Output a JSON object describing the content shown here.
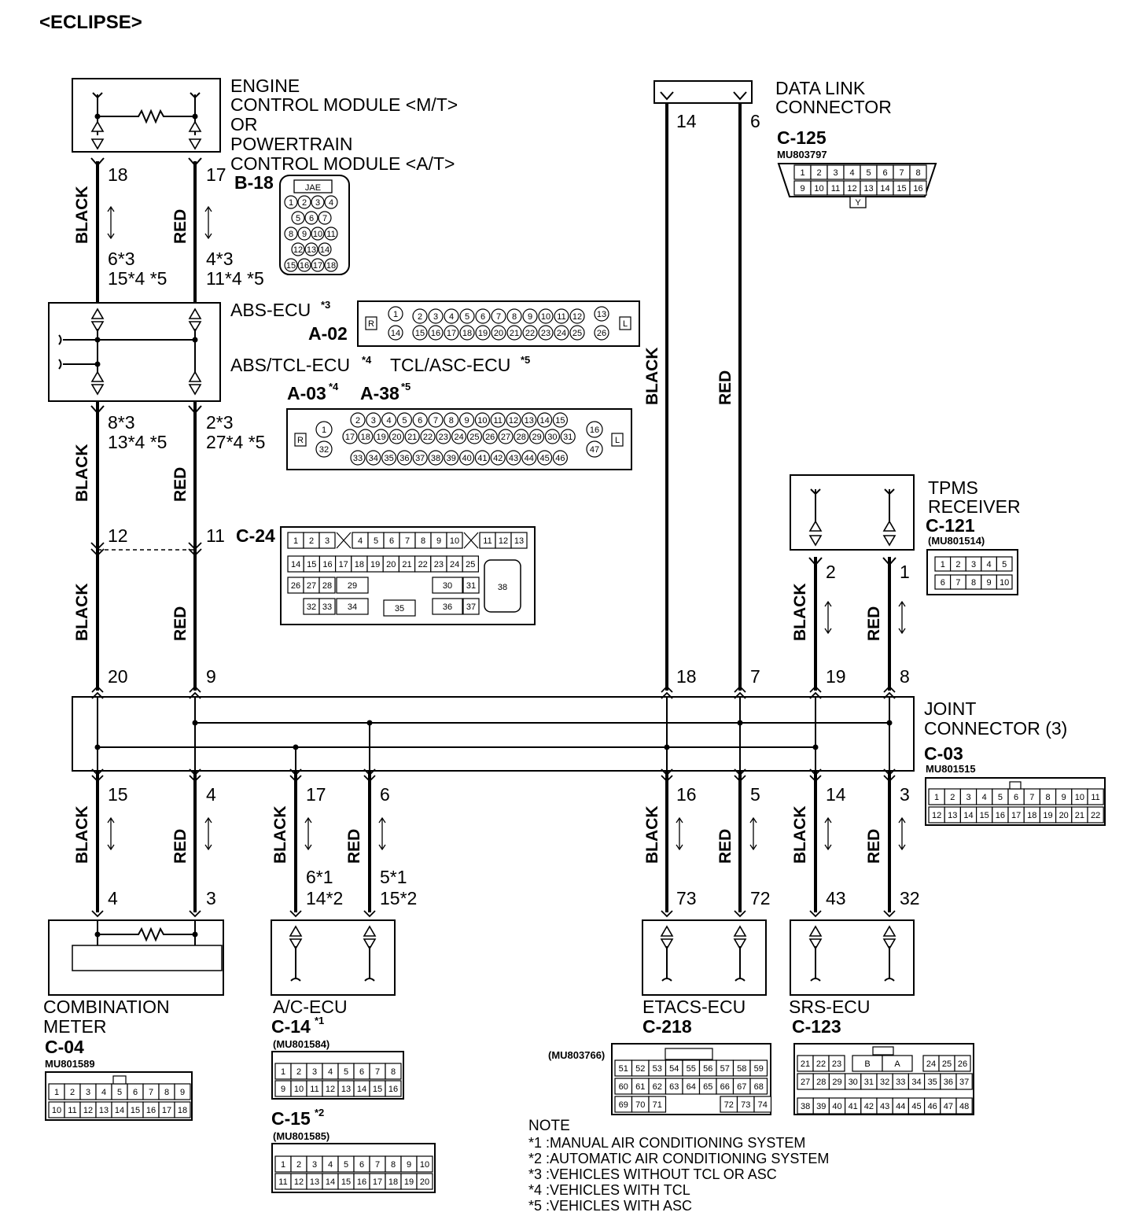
{
  "title": "<ECLIPSE>",
  "components": {
    "ecm": {
      "name_lines": [
        "ENGINE",
        "CONTROL MODULE <M/T>",
        "OR",
        "POWERTRAIN",
        "CONTROL MODULE <A/T>"
      ],
      "connector": "B-18",
      "connector_tag": "JAE",
      "pin_rows": [
        [
          "1",
          "2",
          "3",
          "4"
        ],
        [
          "5",
          "6",
          "7"
        ],
        [
          "8",
          "9",
          "10",
          "11"
        ],
        [
          "12",
          "13",
          "14"
        ],
        [
          "15",
          "16",
          "17",
          "18"
        ]
      ]
    },
    "abs": {
      "name1": "ABS-ECU",
      "name1_note": "*3",
      "connector1": "A-02",
      "name2": "ABS/TCL-ECU",
      "name2_note": "*4",
      "name3": "TCL/ASC-ECU",
      "name3_note": "*5",
      "connector2": "A-03",
      "connector2_note": "*4",
      "connector3": "A-38",
      "connector3_note": "*5",
      "a02_top": [
        "2",
        "3",
        "4",
        "5",
        "6",
        "7",
        "8",
        "9",
        "10",
        "11",
        "12"
      ],
      "a02_bottom": [
        "15",
        "16",
        "17",
        "18",
        "19",
        "20",
        "21",
        "22",
        "23",
        "24",
        "25"
      ],
      "a02_side_top": "1",
      "a02_side_bottom": "14",
      "a02_right_top": "13",
      "a02_right_bottom": "26",
      "a03_row1": [
        "2",
        "3",
        "4",
        "5",
        "6",
        "7",
        "8",
        "9",
        "10",
        "11",
        "12",
        "13",
        "14",
        "15"
      ],
      "a03_row2": [
        "17",
        "18",
        "19",
        "20",
        "21",
        "22",
        "23",
        "24",
        "25",
        "26",
        "27",
        "28",
        "29",
        "30",
        "31"
      ],
      "a03_row3": [
        "33",
        "34",
        "35",
        "36",
        "37",
        "38",
        "39",
        "40",
        "41",
        "42",
        "43",
        "44",
        "45",
        "46"
      ],
      "a03_side_top": "1",
      "a03_side_bottom": "32",
      "a03_right_top": "16",
      "a03_right_bottom": "47",
      "r_mark": "R",
      "l_mark": "L"
    },
    "dlc": {
      "name_lines": [
        "DATA LINK",
        "CONNECTOR"
      ],
      "connector": "C-125",
      "part": "MU803797",
      "row1": [
        "1",
        "2",
        "3",
        "4",
        "5",
        "6",
        "7",
        "8"
      ],
      "row2": [
        "9",
        "10",
        "11",
        "12",
        "13",
        "14",
        "15",
        "16"
      ],
      "key": "Y"
    },
    "tpms": {
      "name_lines": [
        "TPMS",
        "RECEIVER"
      ],
      "connector": "C-121",
      "part": "(MU801514)",
      "row1": [
        "1",
        "2",
        "3",
        "4",
        "5"
      ],
      "row2": [
        "6",
        "7",
        "8",
        "9",
        "10"
      ]
    },
    "c24": {
      "connector": "C-24",
      "row1a": [
        "1",
        "2",
        "3"
      ],
      "row1b": [
        "4",
        "5",
        "6",
        "7",
        "8",
        "9",
        "10"
      ],
      "row1c": [
        "11",
        "12",
        "13"
      ],
      "row2": [
        "14",
        "15",
        "16",
        "17",
        "18",
        "19",
        "20",
        "21",
        "22",
        "23",
        "24",
        "25"
      ],
      "row3": [
        "26",
        "27",
        "28",
        "29",
        "30",
        "31"
      ],
      "row4": [
        "32",
        "33",
        "34",
        "35",
        "36",
        "37"
      ],
      "big_pin": "38"
    },
    "joint": {
      "name_lines": [
        "JOINT",
        "CONNECTOR (3)"
      ],
      "connector": "C-03",
      "part": "MU801515",
      "row1": [
        "1",
        "2",
        "3",
        "4",
        "5",
        "6",
        "7",
        "8",
        "9",
        "10",
        "11"
      ],
      "row2": [
        "12",
        "13",
        "14",
        "15",
        "16",
        "17",
        "18",
        "19",
        "20",
        "21",
        "22"
      ]
    },
    "meter": {
      "name_lines": [
        "COMBINATION",
        "METER"
      ],
      "connector": "C-04",
      "part": "MU801589",
      "row1": [
        "1",
        "2",
        "3",
        "4",
        "5",
        "6",
        "7",
        "8",
        "9"
      ],
      "row2": [
        "10",
        "11",
        "12",
        "13",
        "14",
        "15",
        "16",
        "17",
        "18"
      ]
    },
    "ac": {
      "name": "A/C-ECU",
      "connector1": "C-14",
      "connector1_note": "*1",
      "part1": "(MU801584)",
      "c14_row1": [
        "1",
        "2",
        "3",
        "4",
        "5",
        "6",
        "7",
        "8"
      ],
      "c14_row2": [
        "9",
        "10",
        "11",
        "12",
        "13",
        "14",
        "15",
        "16"
      ],
      "connector2": "C-15",
      "connector2_note": "*2",
      "part2": "(MU801585)",
      "c15_row1": [
        "1",
        "2",
        "3",
        "4",
        "5",
        "6",
        "7",
        "8",
        "9",
        "10"
      ],
      "c15_row2": [
        "11",
        "12",
        "13",
        "14",
        "15",
        "16",
        "17",
        "18",
        "19",
        "20"
      ]
    },
    "etacs": {
      "name": "ETACS-ECU",
      "connector": "C-218",
      "part": "(MU803766)",
      "row1": [
        "51",
        "52",
        "53",
        "54",
        "55",
        "56",
        "57",
        "58",
        "59"
      ],
      "row2": [
        "60",
        "61",
        "62",
        "63",
        "64",
        "65",
        "66",
        "67",
        "68"
      ],
      "row3a": [
        "69",
        "70",
        "71"
      ],
      "row3b": [
        "72",
        "73",
        "74"
      ]
    },
    "srs": {
      "name": "SRS-ECU",
      "connector": "C-123",
      "row1a": [
        "21",
        "22",
        "23"
      ],
      "row1_mid": [
        "B",
        "A"
      ],
      "row1b": [
        "24",
        "25",
        "26"
      ],
      "row2": [
        "27",
        "28",
        "29",
        "30",
        "31",
        "32",
        "33",
        "34",
        "35",
        "36",
        "37"
      ],
      "row3": [
        "38",
        "39",
        "40",
        "41",
        "42",
        "43",
        "44",
        "45",
        "46",
        "47",
        "48"
      ]
    }
  },
  "wires": {
    "black": "BLACK",
    "red": "RED",
    "ecm_pins": [
      "18",
      "17"
    ],
    "abs_top_left": [
      "6*3",
      "15*4 *5"
    ],
    "abs_top_right": [
      "4*3",
      "11*4 *5"
    ],
    "abs_bot_left": [
      "8*3",
      "13*4 *5"
    ],
    "abs_bot_right": [
      "2*3",
      "27*4 *5"
    ],
    "c24_pins": [
      "12",
      "11"
    ],
    "joint_top_left": [
      "20",
      "9"
    ],
    "dlc_pins": [
      "14",
      "6"
    ],
    "joint_top_dlc": [
      "18",
      "7"
    ],
    "tpms_pins": [
      "2",
      "1"
    ],
    "joint_top_tpms": [
      "19",
      "8"
    ],
    "joint_bottom": [
      "15",
      "4",
      "17",
      "6",
      "16",
      "5",
      "14",
      "3"
    ],
    "meter_pins": [
      "4",
      "3"
    ],
    "ac_left": [
      "6*1",
      "14*2"
    ],
    "ac_right": [
      "5*1",
      "15*2"
    ],
    "etacs_pins": [
      "73",
      "72"
    ],
    "srs_pins": [
      "43",
      "32"
    ]
  },
  "notes": {
    "heading": "NOTE",
    "items": [
      "*1 :MANUAL AIR CONDITIONING SYSTEM",
      "*2 :AUTOMATIC AIR CONDITIONING SYSTEM",
      "*3 :VEHICLES WITHOUT TCL OR ASC",
      "*4 :VEHICLES WITH TCL",
      "*5 :VEHICLES WITH ASC"
    ]
  }
}
